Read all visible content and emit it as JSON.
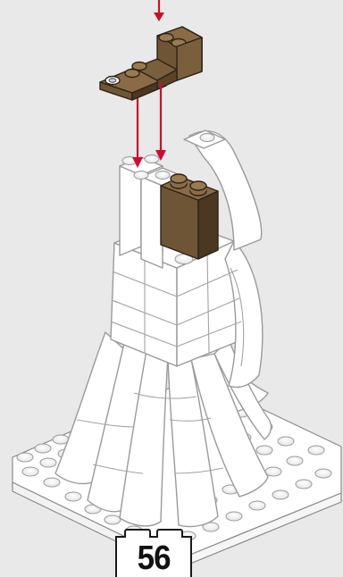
{
  "instruction_step": {
    "step_number": "56"
  },
  "colors": {
    "background": "#e9e9e9",
    "white_brick": "#ffffff",
    "outline": "#1a1a1a",
    "brown_brick": "#6e5535",
    "brown_brick_light": "#8a6b45",
    "brown_brick_dark": "#4a3822",
    "arrow": "#c8102e"
  },
  "icons": {
    "arrows": "red-down-arrow",
    "new_parts": "brown-slope-bricks"
  }
}
